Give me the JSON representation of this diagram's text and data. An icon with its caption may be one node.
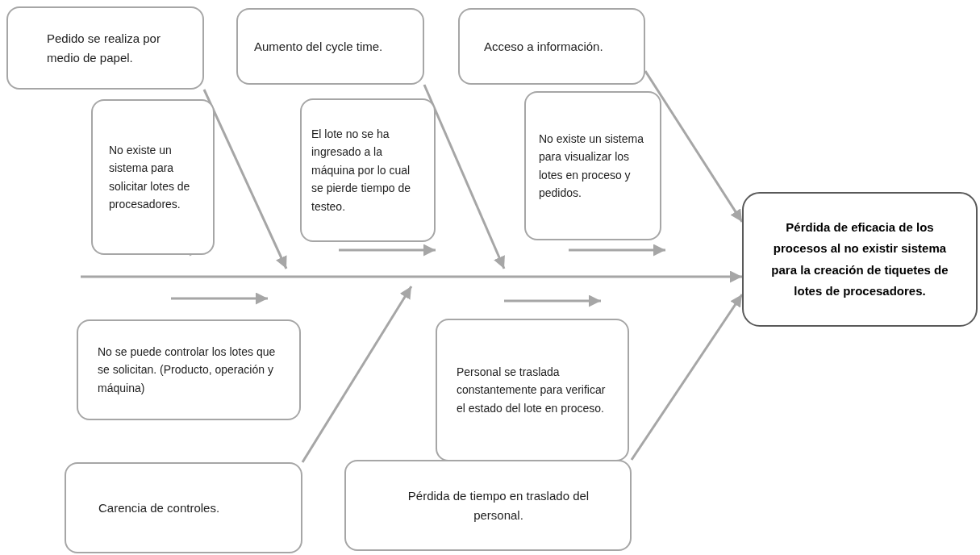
{
  "diagram": {
    "nodes": [
      {
        "text": [
          "Pedido se realiza por medio de papel."
        ]
      },
      {
        "text": [
          "Aumento del cycle time."
        ]
      },
      {
        "text": [
          "Acceso a información."
        ]
      },
      {
        "text": [
          "No existe un sistema para solicitar lotes de procesadores."
        ]
      },
      {
        "text": [
          "El lote no se ha ingresado a la máquina por lo cual se pierde tiempo de testeo."
        ]
      },
      {
        "text": [
          "No existe un sistema para visualizar los lotes en proceso y pedidos."
        ]
      },
      {
        "text": [
          "Pérdida de eficacia de los procesos al no existir sistema para la creación de tiquetes de lotes de procesadores."
        ]
      },
      {
        "text": [
          "No se puede controlar los lotes que se solicitan. (Producto, operación y máquina)"
        ]
      },
      {
        "text": [
          "Personal se traslada constantemente para verificar el estado del lote en proceso."
        ]
      },
      {
        "text": [
          "Carencia de controles."
        ]
      },
      {
        "text": [
          "Pérdida de tiempo en traslado del personal."
        ]
      }
    ],
    "edges": [
      {
        "from": null,
        "to": 6,
        "arrow": "to"
      },
      {
        "from": 0,
        "to": null,
        "arrow": "to"
      },
      {
        "from": 1,
        "to": null,
        "arrow": "to"
      },
      {
        "from": 2,
        "to": 6,
        "arrow": "to"
      },
      {
        "from": 9,
        "to": null,
        "arrow": "to"
      },
      {
        "from": 10,
        "to": 6,
        "arrow": "to"
      }
    ]
  }
}
